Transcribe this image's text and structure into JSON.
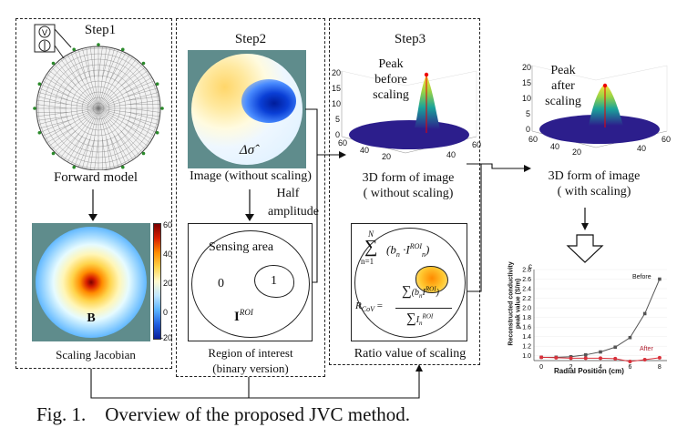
{
  "steps": {
    "step1": "Step1",
    "step2": "Step2",
    "step3": "Step3"
  },
  "step1": {
    "forward_model": "Forward model",
    "jacobian_letter": "B",
    "scaling_jacobian": "Scaling Jacobian",
    "colorbar_ticks": [
      "60",
      "40",
      "20",
      "0",
      "-20"
    ]
  },
  "step2": {
    "image_caption": "Image (without scaling)",
    "delta_sigma": "Δσ̂",
    "half": "Half",
    "amplitude": "amplitude",
    "sensing_area": "Sensing area",
    "zero": "0",
    "one": "1",
    "roi_base": "I",
    "roi_sup": "ROI",
    "region_line1": "Region of interest",
    "region_line2": "(binary version)"
  },
  "step3": {
    "peak_before_1": "Peak",
    "peak_before_2": "before",
    "peak_before_3": "scaling",
    "form_line1": "3D form of image",
    "form_line2": "( without scaling)",
    "ratio_caption": "Ratio value of scaling",
    "axis_ticks_z": [
      "20",
      "15",
      "10",
      "5",
      "0"
    ],
    "axis_ticks_x": [
      "60",
      "40",
      "20",
      "0"
    ],
    "axis_ticks_y": [
      "0",
      "20",
      "40",
      "60"
    ],
    "eq_sum_top": "N",
    "eq_sum_bottom": "n=1",
    "eq_term": "(b",
    "eq_term_sub": "n",
    "eq_dot": " ·I",
    "eq_sup": "ROI",
    "eq_sub_n": "n",
    "eq_close": ")",
    "rcov": "R",
    "rcov_sub": "CoV",
    "eq_equals": "="
  },
  "after": {
    "peak_after_1": "Peak",
    "peak_after_2": "after",
    "peak_after_3": "scaling",
    "form_line1": "3D form of image",
    "form_line2": "( with scaling)"
  },
  "chart": {
    "panel_letter": "c",
    "ylabel_line1": "Reconstructed conductivity",
    "ylabel_line2": "peak value (S/m)",
    "xlabel": "Radial Position (cm)",
    "legend_before": "Before",
    "legend_after": "After"
  },
  "chart_data": {
    "type": "line",
    "title": "",
    "xlabel": "Radial Position (cm)",
    "ylabel": "Reconstructed conductivity peak value (S/m)",
    "x": [
      0,
      1,
      2,
      3,
      4,
      5,
      6,
      7,
      8
    ],
    "xticks": [
      "0",
      "2",
      "4",
      "6",
      "8"
    ],
    "yticks": [
      "1.0",
      "1.2",
      "1.4",
      "1.6",
      "1.8",
      "2.0",
      "2.2",
      "2.4",
      "2.6",
      "2.8"
    ],
    "ylim": [
      0.9,
      2.8
    ],
    "xlim": [
      -0.5,
      8.5
    ],
    "series": [
      {
        "name": "Before",
        "color": "#555555",
        "values": [
          0.97,
          0.97,
          0.98,
          1.02,
          1.08,
          1.18,
          1.38,
          1.88,
          2.6
        ]
      },
      {
        "name": "After",
        "color": "#d9303a",
        "values": [
          0.97,
          0.96,
          0.95,
          0.95,
          0.95,
          0.94,
          0.88,
          0.92,
          0.96
        ]
      }
    ]
  },
  "caption": "Fig. 1.    Overview of the proposed JVC method."
}
